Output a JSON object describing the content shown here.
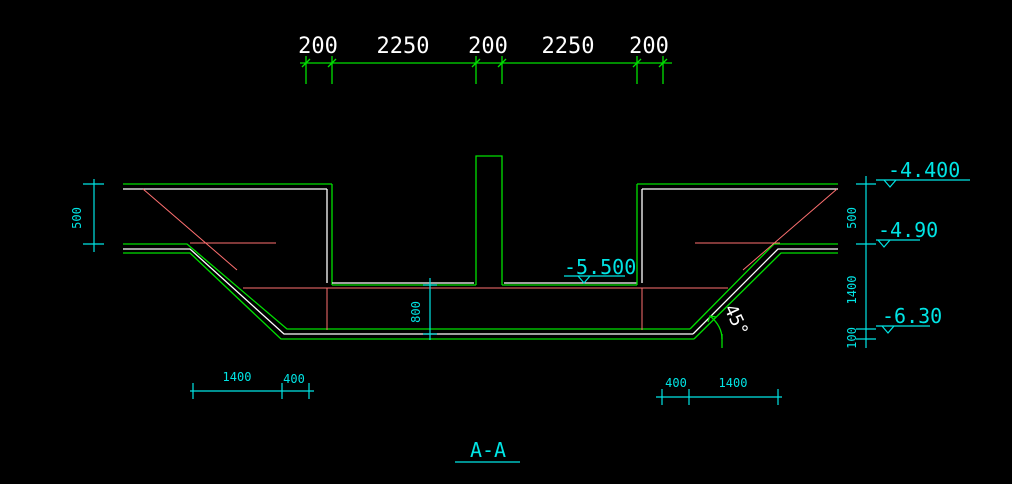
{
  "drawing": {
    "top_dims": [
      "200",
      "2250",
      "200",
      "2250",
      "200"
    ],
    "dim_left_height": "500",
    "dim_slab": "800",
    "dim_right_500": "500",
    "dim_right_1400": "1400",
    "dim_right_100": "100",
    "dim_bottom_left_1400": "1400",
    "dim_bottom_left_400": "400",
    "dim_bottom_right_400": "400",
    "dim_bottom_right_1400": "1400",
    "level_top": "-4.400",
    "level_mid": "-4.90",
    "level_bottom": "-6.30",
    "level_floor": "-5.500",
    "angle_label": "45°",
    "section_title": "A-A"
  },
  "colors": {
    "background": "#000000",
    "outline_green": "#00e000",
    "outline_white": "#ffffff",
    "rebar_red": "#ff7070",
    "dimension_cyan": "#00e5e5"
  }
}
